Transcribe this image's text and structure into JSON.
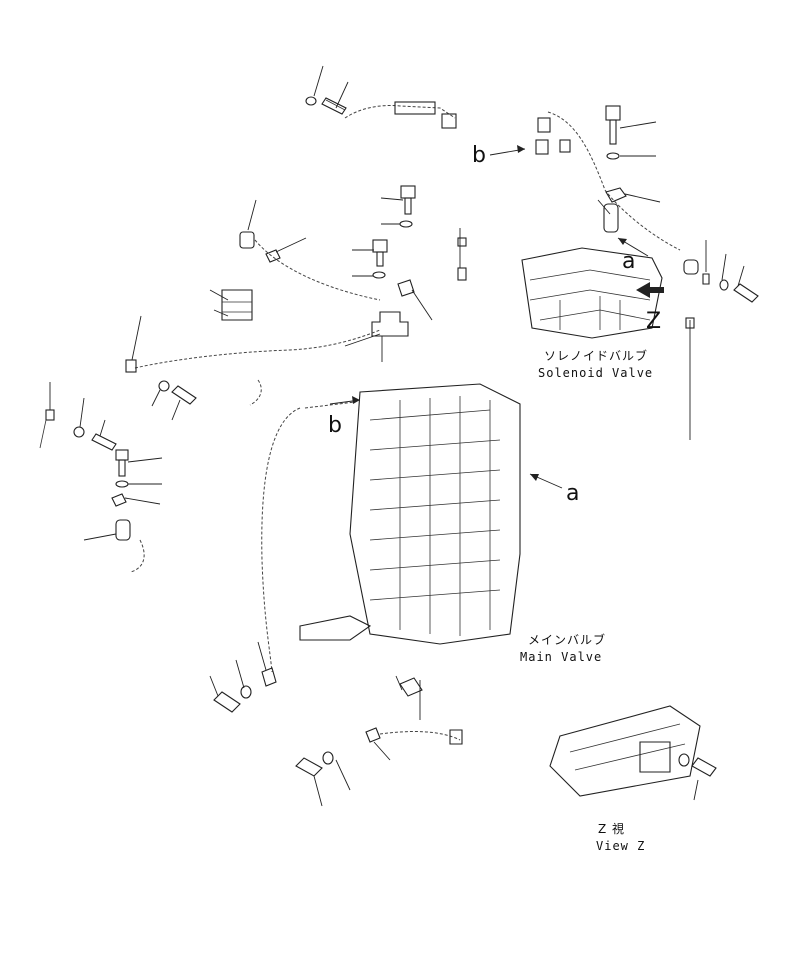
{
  "labels": {
    "b_top": "b",
    "a_top": "a",
    "z_view": "Z",
    "b_mid": "b",
    "a_mid": "a"
  },
  "solenoid_valve": {
    "jp": "ソレノイドバルブ",
    "en": "Solenoid Valve"
  },
  "main_valve": {
    "jp": "メインバルブ",
    "en": "Main Valve"
  },
  "view_z": {
    "jp": "Z 視",
    "en": "View Z"
  },
  "colors": {
    "line": "#222222",
    "background": "#ffffff"
  }
}
